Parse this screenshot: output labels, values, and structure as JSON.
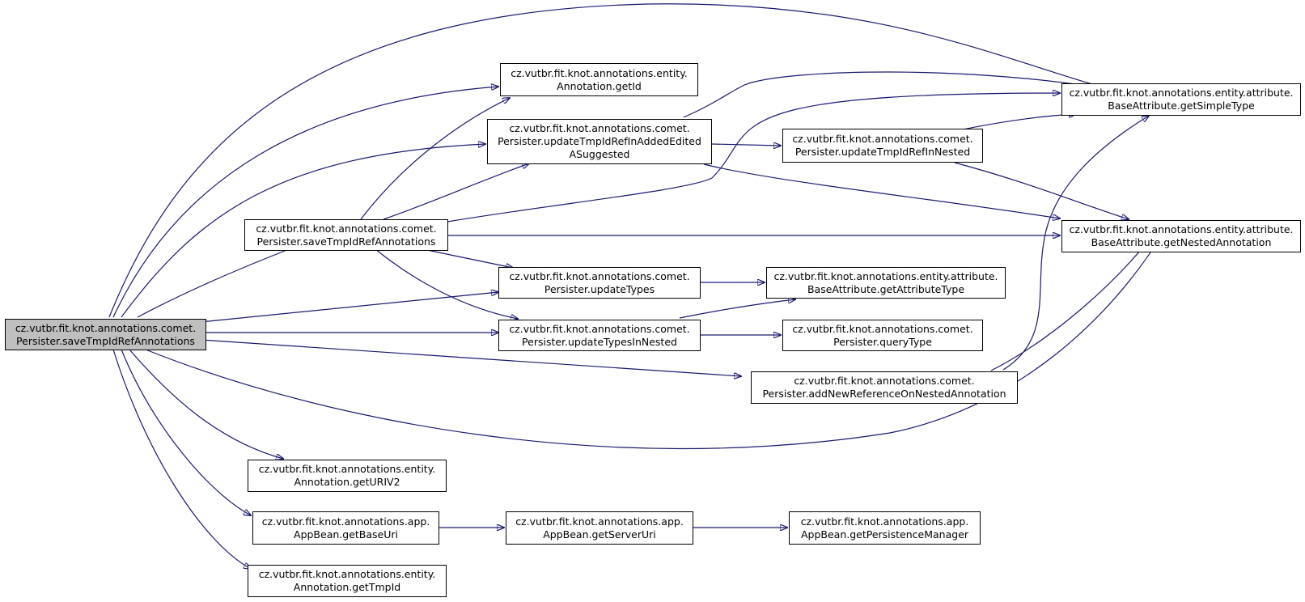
{
  "colors": {
    "edge": "#191970",
    "root_fill": "#bfbfbf",
    "node_fill": "#ffffff",
    "node_border": "#000000"
  },
  "nodes": {
    "root": {
      "line1": "cz.vutbr.fit.knot.annotations.comet.",
      "line2": "Persister.saveTmpIdRefAnnotations"
    },
    "saveTmp": {
      "line1": "cz.vutbr.fit.knot.annotations.comet.",
      "line2": "Persister.saveTmpIdRefAnnotations"
    },
    "getId": {
      "line1": "cz.vutbr.fit.knot.annotations.entity.",
      "line2": "Annotation.getId"
    },
    "updateAdded": {
      "line1": "cz.vutbr.fit.knot.annotations.comet.",
      "line2": "Persister.updateTmpIdRefInAddedEdited",
      "line3": "ASuggested"
    },
    "updateNested": {
      "line1": "cz.vutbr.fit.knot.annotations.comet.",
      "line2": "Persister.updateTmpIdRefInNested"
    },
    "simpleType": {
      "line1": "cz.vutbr.fit.knot.annotations.entity.attribute.",
      "line2": "BaseAttribute.getSimpleType"
    },
    "nestedAnn": {
      "line1": "cz.vutbr.fit.knot.annotations.entity.attribute.",
      "line2": "BaseAttribute.getNestedAnnotation"
    },
    "updateTypes": {
      "line1": "cz.vutbr.fit.knot.annotations.comet.",
      "line2": "Persister.updateTypes"
    },
    "attrType": {
      "line1": "cz.vutbr.fit.knot.annotations.entity.attribute.",
      "line2": "BaseAttribute.getAttributeType"
    },
    "typesNested": {
      "line1": "cz.vutbr.fit.knot.annotations.comet.",
      "line2": "Persister.updateTypesInNested"
    },
    "queryType": {
      "line1": "cz.vutbr.fit.knot.annotations.comet.",
      "line2": "Persister.queryType"
    },
    "addNewRef": {
      "line1": "cz.vutbr.fit.knot.annotations.comet.",
      "line2": "Persister.addNewReferenceOnNestedAnnotation"
    },
    "getURIV2": {
      "line1": "cz.vutbr.fit.knot.annotations.entity.",
      "line2": "Annotation.getURIV2"
    },
    "getBaseUri": {
      "line1": "cz.vutbr.fit.knot.annotations.app.",
      "line2": "AppBean.getBaseUri"
    },
    "getServerUri": {
      "line1": "cz.vutbr.fit.knot.annotations.app.",
      "line2": "AppBean.getServerUri"
    },
    "getPM": {
      "line1": "cz.vutbr.fit.knot.annotations.app.",
      "line2": "AppBean.getPersistenceManager"
    },
    "getTmpId": {
      "line1": "cz.vutbr.fit.knot.annotations.entity.",
      "line2": "Annotation.getTmpId"
    }
  }
}
